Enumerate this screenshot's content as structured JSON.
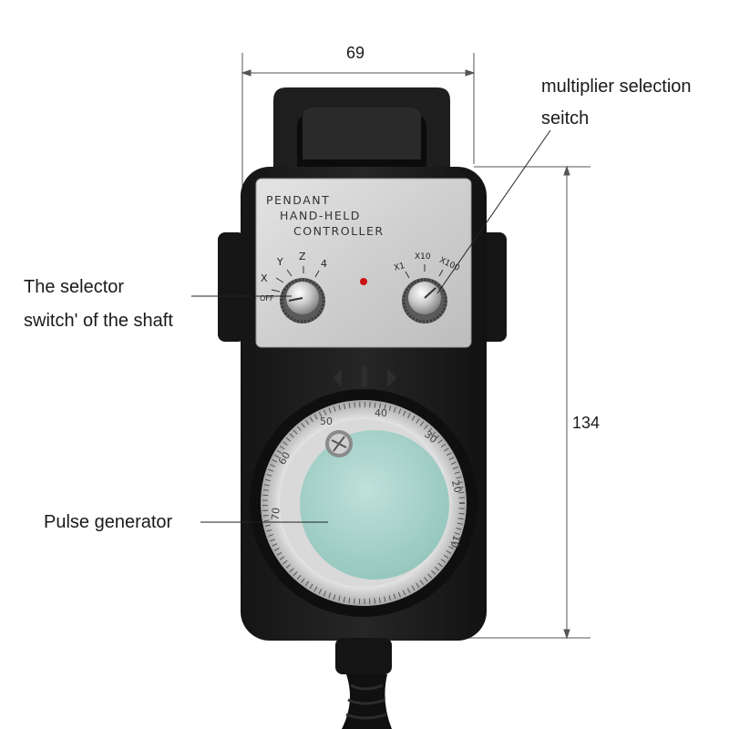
{
  "dimensions": {
    "width_label": "69",
    "height_label": "134"
  },
  "callouts": {
    "multiplier_line1": "multiplier selection",
    "multiplier_line2": "seitch",
    "selector_line1": "The selector",
    "selector_line2": "switch' of the shaft",
    "pulse_generator": "Pulse generator"
  },
  "panel": {
    "line1": "PENDANT",
    "line2": "HAND-HELD",
    "line3": "CONTROLLER"
  },
  "axis_knob": {
    "positions": [
      "OFF",
      "X",
      "Y",
      "Z",
      "4"
    ]
  },
  "multiplier_knob": {
    "positions": [
      "X1",
      "X10",
      "X100"
    ]
  },
  "dial": {
    "numbers": [
      "40",
      "50",
      "60",
      "70",
      "30",
      "20",
      "10"
    ]
  },
  "colors": {
    "body": "#1c1c1c",
    "panel": "#d9d9d9",
    "dial_face": "#a7d3cb",
    "led": "#cc1111",
    "line": "#333333"
  }
}
